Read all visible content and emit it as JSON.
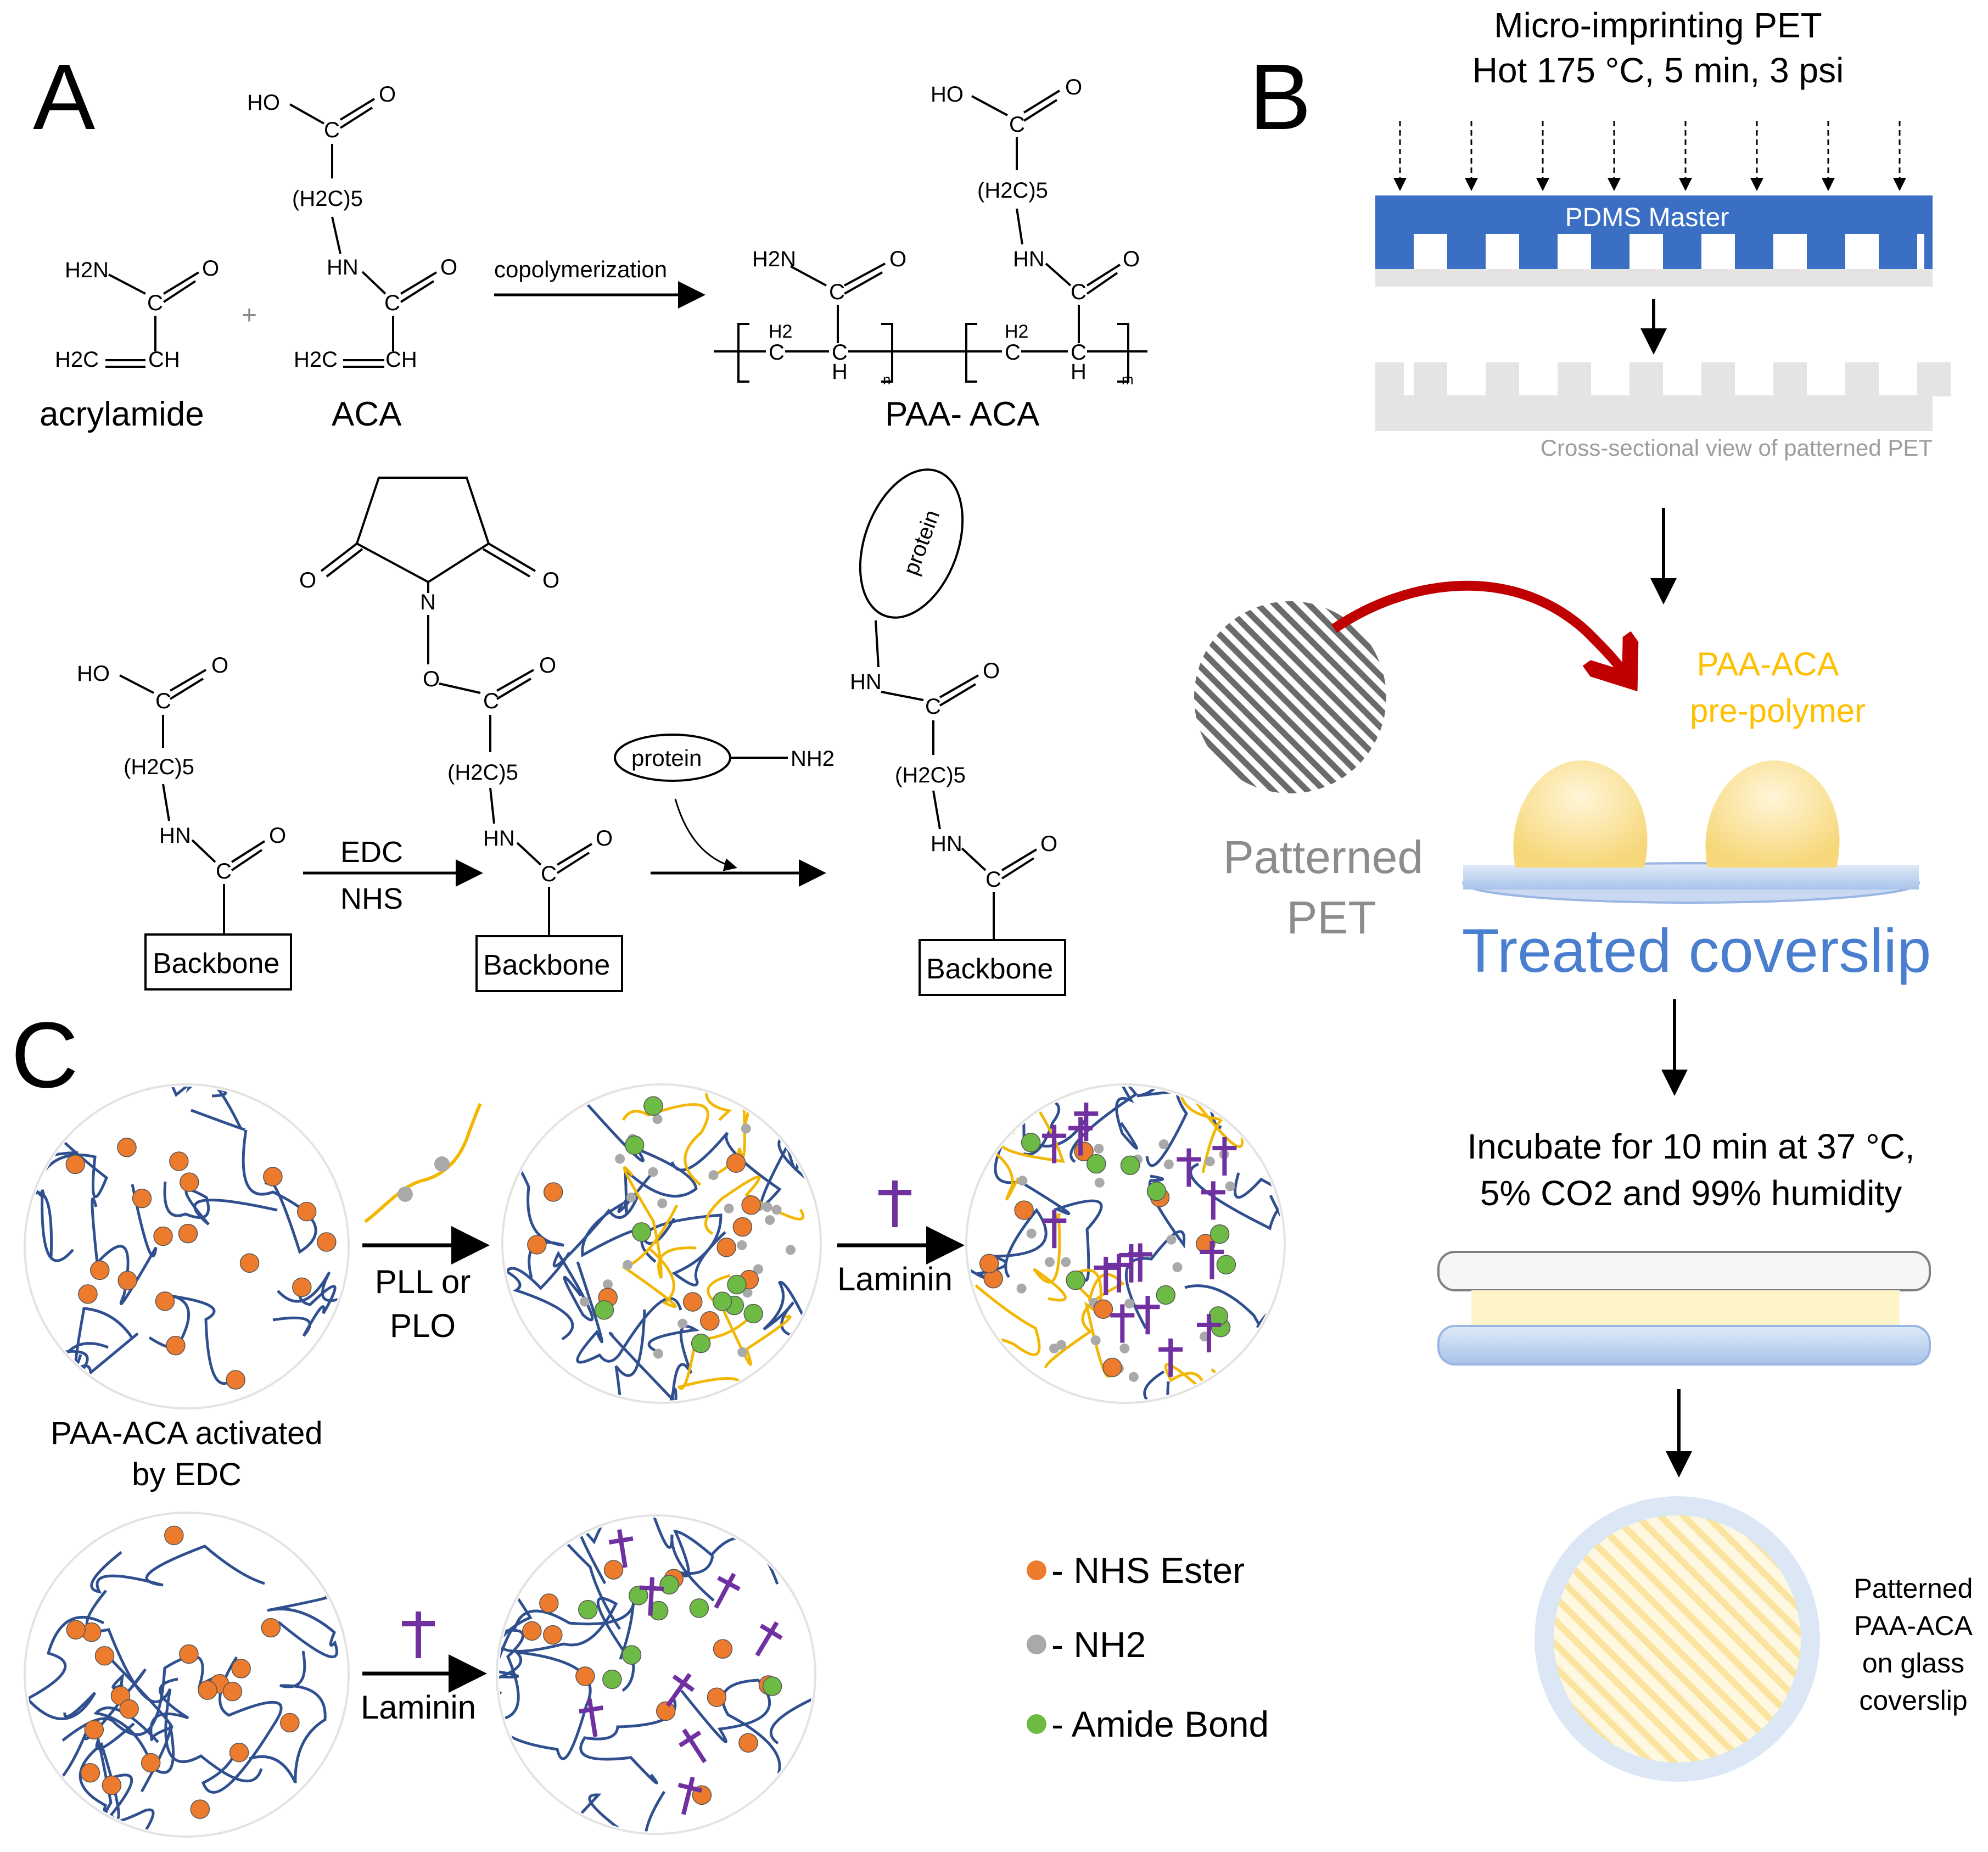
{
  "panel_a": {
    "letter": "A",
    "reaction1": {
      "acrylamide_label": "acrylamide",
      "aca_label": "ACA",
      "product_label": "PAA- ACA",
      "arrow_label": "copolymerization",
      "plus": "+",
      "atoms": {
        "h2n": "H2N",
        "o": "O",
        "c": "C",
        "h2c": "H2C",
        "ch": "CH",
        "ho": "HO",
        "h2c5": "(H2C)5",
        "hn": "HN",
        "h2": "H2",
        "h": "H",
        "n_sub": "n",
        "m_sub": "m"
      }
    },
    "reaction2": {
      "backbone": "Backbone",
      "edc": "EDC",
      "nhs": "NHS",
      "protein": "protein",
      "nh2": "NH2"
    }
  },
  "panel_b": {
    "letter": "B",
    "title_line1": "Micro-imprinting PET",
    "title_line2": "Hot 175 °C, 5 min, 3 psi",
    "pdms_master": "PDMS Master",
    "cross_section": "Cross-sectional view of patterned PET",
    "patterned_pet_1": "Patterned",
    "patterned_pet_2": "PET",
    "prepolymer_1": "PAA-ACA",
    "prepolymer_2": "pre-polymer",
    "treated_coverslip": "Treated coverslip",
    "incubate_1": "Incubate for 10 min at 37 °C,",
    "incubate_2": "5% CO2 and 99% humidity",
    "final_1": "Patterned",
    "final_2": "PAA-ACA",
    "final_3": "on glass",
    "final_4": "coverslip"
  },
  "panel_c": {
    "letter": "C",
    "activated_1": "PAA-ACA activated",
    "activated_2": "by EDC",
    "pll_1": "PLL or",
    "pll_2": "PLO",
    "laminin": "Laminin",
    "legend": [
      {
        "marker": "NHS Ester",
        "label": "- NHS Ester",
        "color": "#ec7b2e"
      },
      {
        "marker": "NH2",
        "label": "- NH2",
        "color": "#a9a9a9"
      },
      {
        "marker": "Amide Bond",
        "label": "- Amide Bond",
        "color": "#6dbb45"
      }
    ]
  },
  "colors": {
    "pdms_blue": "#3b6fc4",
    "coverslip_blue": "#4a7fcf",
    "prepolymer_yellow": "#ffc000",
    "red_arrow": "#c00000",
    "chain_blue": "#2f4f8f",
    "pll_yellow": "#f2b705",
    "laminin_purple": "#7030a0",
    "gray_text": "#8c8c8c"
  }
}
